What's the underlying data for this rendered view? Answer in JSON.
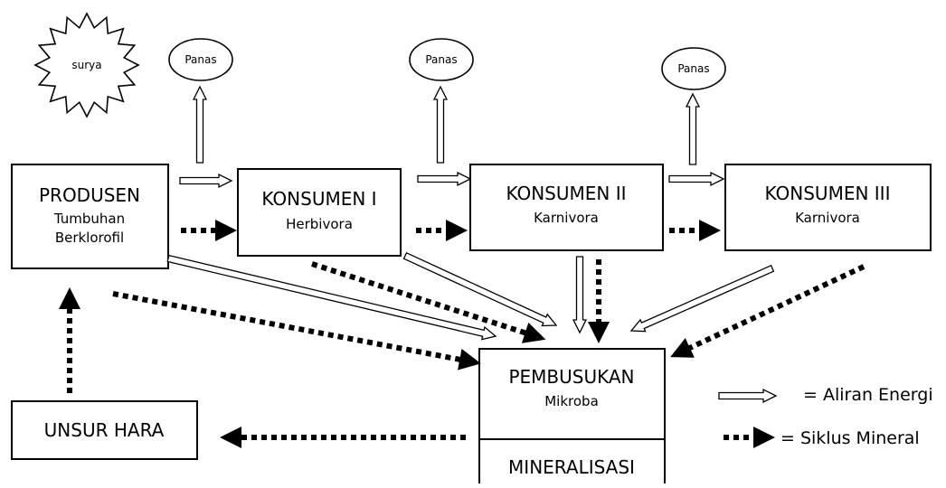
{
  "sun": {
    "label": "surya"
  },
  "heat": [
    {
      "label": "Panas"
    },
    {
      "label": "Panas"
    },
    {
      "label": "Panas"
    }
  ],
  "nodes": {
    "produsen": {
      "title": "PRODUSEN",
      "line2": "Tumbuhan",
      "line3": "Berklorofil"
    },
    "konsumen1": {
      "title": "KONSUMEN I",
      "sub": "Herbivora"
    },
    "konsumen2": {
      "title": "KONSUMEN II",
      "sub": "Karnivora"
    },
    "konsumen3": {
      "title": "KONSUMEN III",
      "sub": "Karnivora"
    },
    "pembusukan": {
      "title": "PEMBUSUKAN",
      "sub": "Mikroba"
    },
    "mineralisasi": {
      "title": "MINERALISASI"
    },
    "unsur_hara": {
      "title": "UNSUR HARA"
    }
  },
  "legend": {
    "energy": "= Aliran Energi",
    "mineral": "= Siklus Mineral"
  }
}
